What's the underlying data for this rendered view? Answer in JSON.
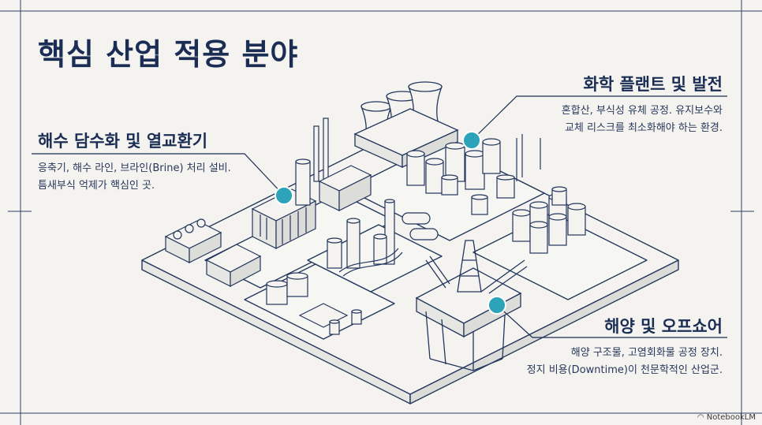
{
  "title": "핵심 산업 적용 분야",
  "callouts": {
    "desalination": {
      "heading": "해수 담수화 및 열교환기",
      "line1": "응축기, 해수 라인, 브라인(Brine) 처리 설비.",
      "line2": "틈새부식 억제가 핵심인 곳."
    },
    "chemical": {
      "heading": "화학 플랜트 및 발전",
      "line1": "혼합산, 부식성 유체 공정. 유지보수와",
      "line2": "교체 리스크를 최소화해야 하는 환경."
    },
    "offshore": {
      "heading": "해양 및 오프쇼어",
      "line1": "해양 구조물, 고염회화물 공정 장치.",
      "line2": "정지 비용(Downtime)이 천문학적인 산업군."
    }
  },
  "brand": "NotebookLM",
  "colors": {
    "ink": "#1b2d55",
    "marker": "#2ca3b8",
    "paper": "#f4f3ef"
  }
}
